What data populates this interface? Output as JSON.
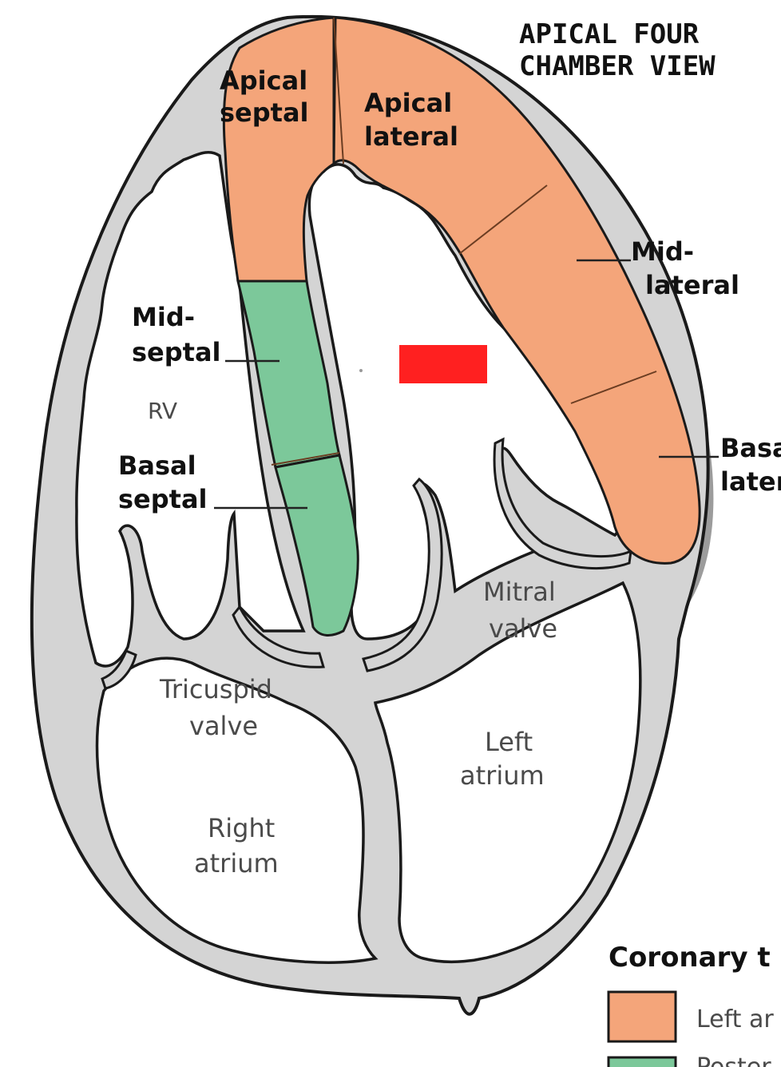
{
  "title": {
    "line1": "APICAL FOUR",
    "line2": "CHAMBER VIEW"
  },
  "segments": {
    "apical_septal": {
      "line1": "Apical",
      "line2": "septal"
    },
    "apical_lateral": {
      "line1": "Apical",
      "line2": "lateral"
    },
    "mid_lateral": {
      "line1": "Mid-",
      "line2": "lateral"
    },
    "basal_lateral": {
      "line1": "Basal",
      "line2": "lateral"
    },
    "mid_septal": {
      "line1": "Mid-",
      "line2": "septal"
    },
    "basal_septal": {
      "line1": "Basal",
      "line2": "septal"
    }
  },
  "structures": {
    "rv": "RV",
    "tricuspid": {
      "line1": "Tricuspid",
      "line2": "valve"
    },
    "mitral": {
      "line1": "Mitral",
      "line2": "valve"
    },
    "left_atrium": {
      "line1": "Left",
      "line2": "atrium"
    },
    "right_atrium": {
      "line1": "Right",
      "line2": "atrium"
    }
  },
  "legend": {
    "title": "Coronary t",
    "items": [
      {
        "label": "Left ar",
        "color": "#f4a57a"
      },
      {
        "label": "Poster",
        "color": "#7cc89a"
      }
    ]
  },
  "colors": {
    "lad_territory": "#f4a57a",
    "posterior_territory": "#7cc89a",
    "wall_gray": "#d4d4d4",
    "shadow_gray": "#9c9c9c",
    "redaction": "#ff2020"
  }
}
